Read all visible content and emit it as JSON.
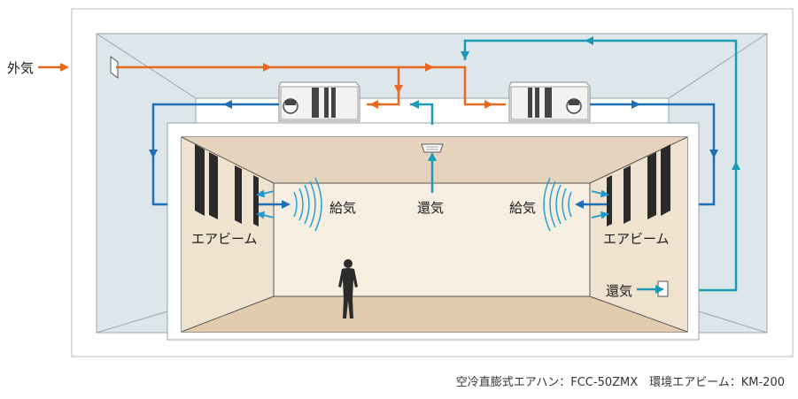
{
  "labels": {
    "outside_air": "外気",
    "supply_air_left": "給気",
    "return_air_center": "還気",
    "supply_air_right": "給気",
    "air_beam_left": "エアビーム",
    "air_beam_right": "エアビーム",
    "return_air_right": "還気"
  },
  "caption": "空冷直膨式エアハン：FCC-50ZMX　環境エアビーム：KM-200",
  "colors": {
    "outside_air": "#e8691e",
    "supply_air": "#1f6fb8",
    "return_air": "#1a9ab4",
    "ceiling_void": "#dde6ea",
    "room_wall": "#f3eadc",
    "room_ceiling": "#e6d3bd",
    "room_floor": "#e3cbae",
    "beam_panel": "#2a2a2a"
  },
  "icons": {
    "person": "person-silhouette-icon",
    "wave": "airflow-wave-icon"
  }
}
